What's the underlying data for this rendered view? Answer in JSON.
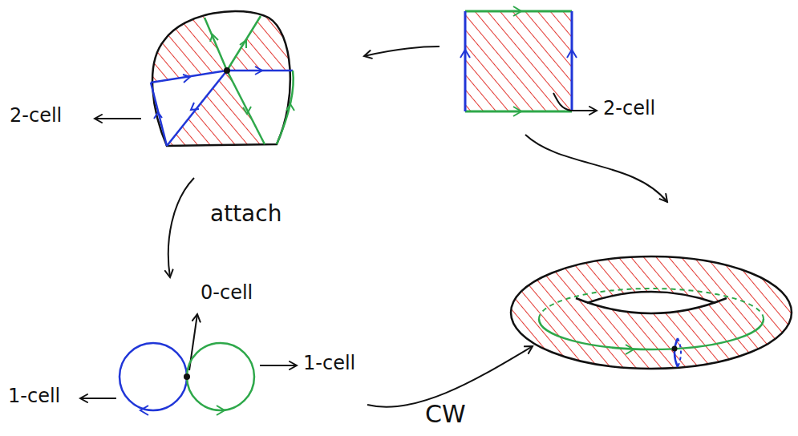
{
  "diagram": {
    "labels": [
      "2-cell",
      "2-cell",
      "attach",
      "0-cell",
      "1-cell",
      "1-cell",
      "CW"
    ]
  }
}
